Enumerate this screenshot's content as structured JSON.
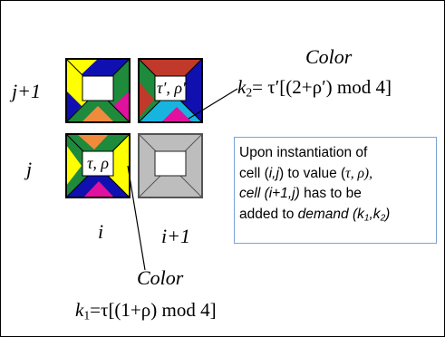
{
  "row_labels": {
    "upper": "j+1",
    "lower": "j"
  },
  "col_labels": {
    "left": "i",
    "right": "i+1"
  },
  "cell_labels": {
    "upper_right": "τ′, ρ′",
    "lower_left": "τ, ρ"
  },
  "callout_top": {
    "title": "Color",
    "k": "k",
    "k_sub": "2",
    "formula": "= τ′[(2+ρ′) mod 4]"
  },
  "callout_bottom": {
    "title": "Color",
    "k": "k",
    "k_sub": "1",
    "formula": "=τ[(1+ρ) mod 4]"
  },
  "info_box": {
    "line1": "Upon instantiation of",
    "line2_a": "cell (",
    "line2_ij": "i,j",
    "line2_b": ") to value (",
    "line2_val": "τ, ρ),",
    "line3_cell": "cell (i+1,j)",
    "line3_b": " has to be",
    "line4_a": "added to ",
    "line4_demand": "demand (k",
    "line4_s1": "1",
    "line4_comma": ",k",
    "line4_s2": "2",
    "line4_end": ")"
  },
  "colors": {
    "black": "#000000",
    "yellow": "#ffff00",
    "green": "#1e8a3c",
    "blue": "#1010b0",
    "red": "#c0392b",
    "orange": "#f08a3c",
    "magenta": "#e0119d",
    "cyan": "#18b4e0",
    "gray": "#bdbdbd",
    "box_border": "#7aa3d6"
  }
}
